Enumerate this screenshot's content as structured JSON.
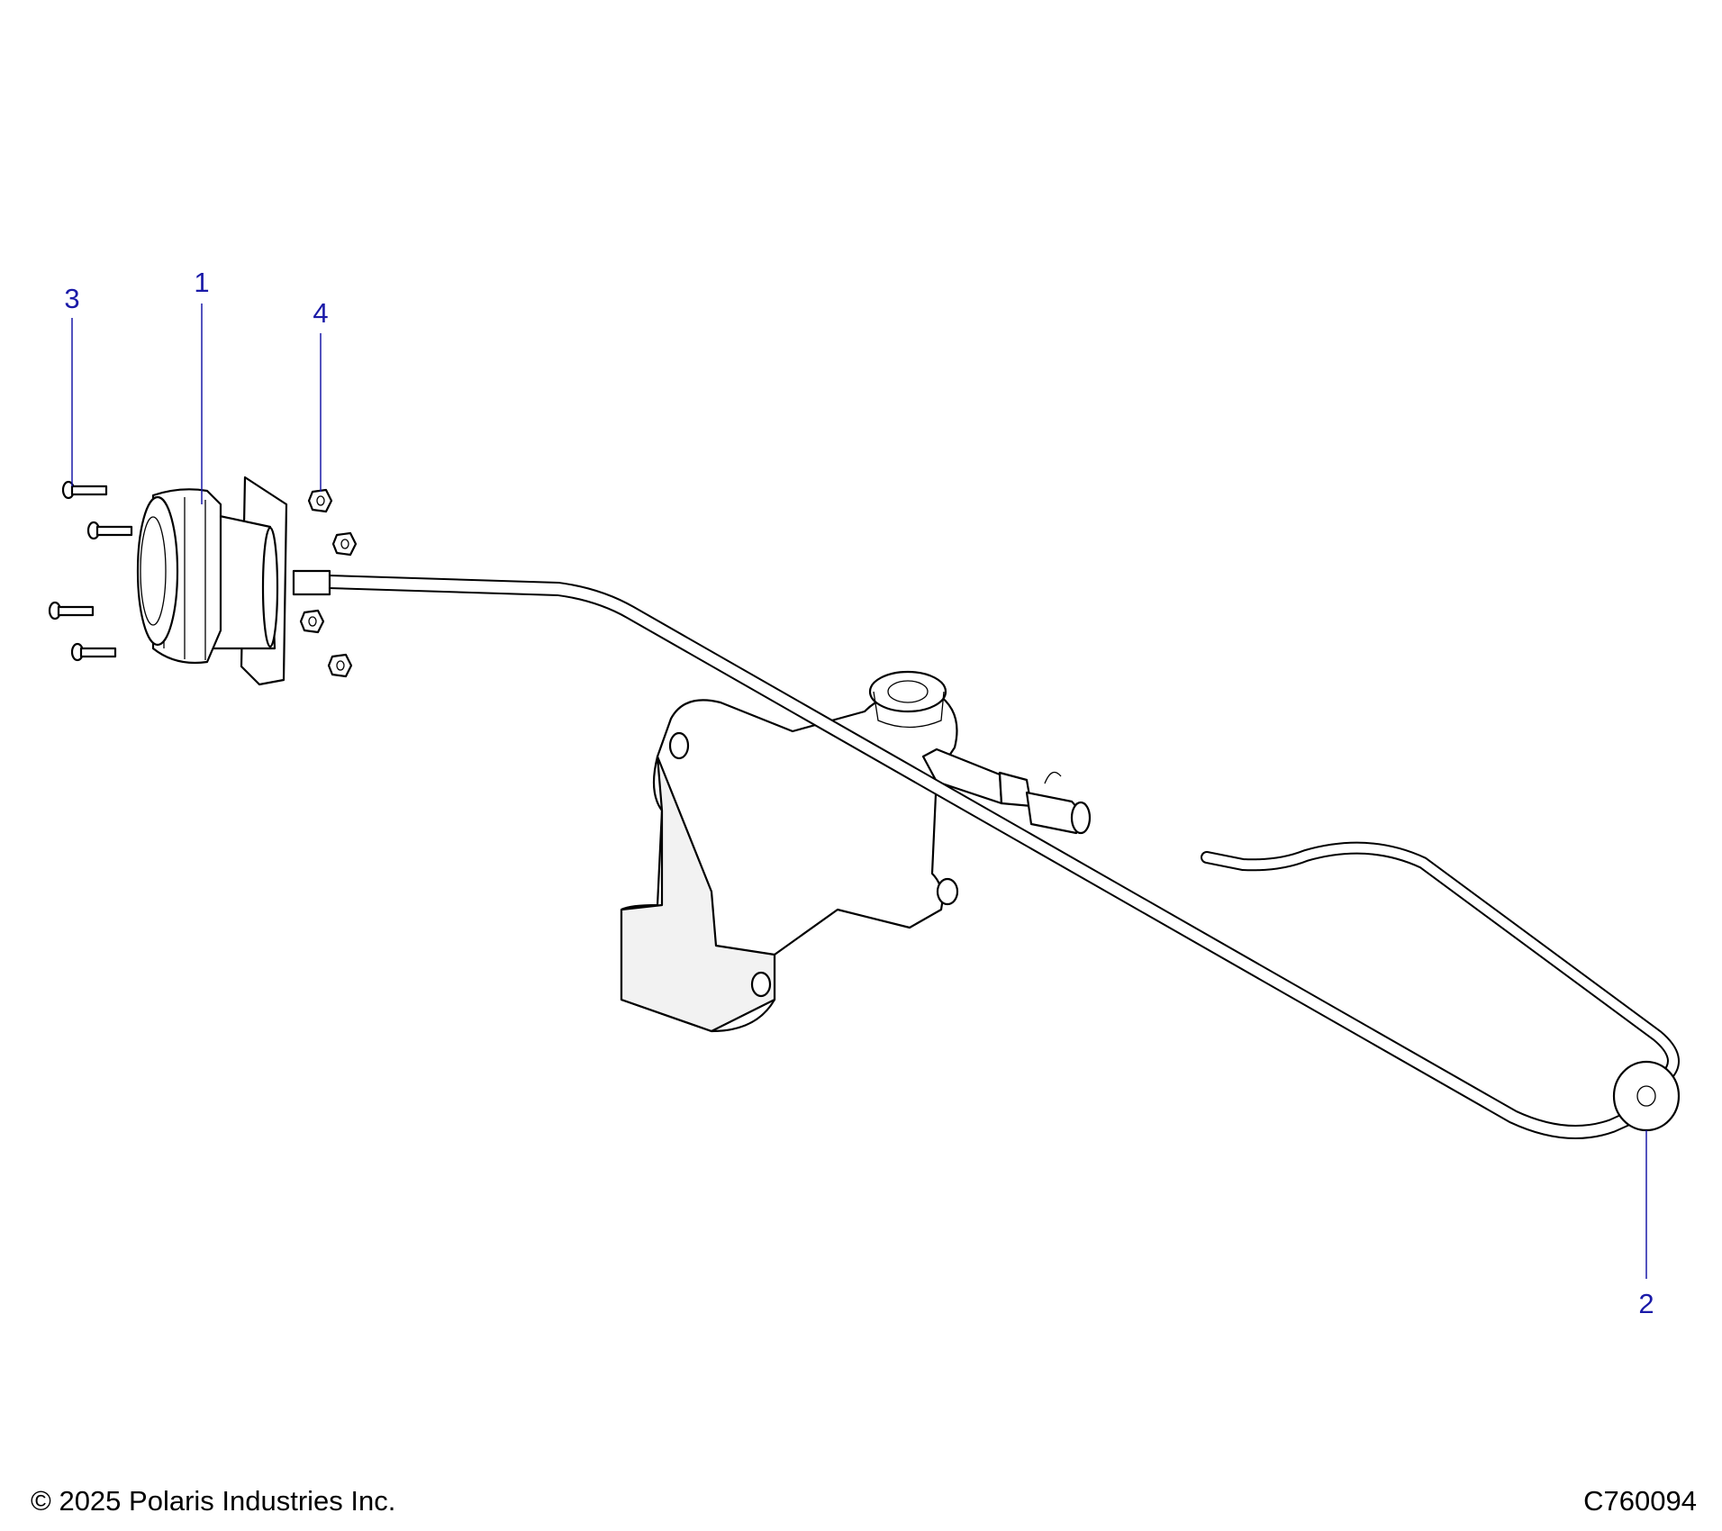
{
  "callouts": [
    {
      "id": "1",
      "label": "1"
    },
    {
      "id": "2",
      "label": "2"
    },
    {
      "id": "3",
      "label": "3"
    },
    {
      "id": "4",
      "label": "4"
    }
  ],
  "footer": {
    "copyright": "© 2025 Polaris Industries Inc.",
    "figure_code": "C760094"
  },
  "colors": {
    "callout": "#1a1aa8",
    "line": "#000000",
    "background": "#ffffff"
  },
  "parts": [
    {
      "name": "reservoir-cap-icon"
    },
    {
      "name": "brake-line-icon"
    },
    {
      "name": "screw-icon"
    },
    {
      "name": "nut-icon"
    },
    {
      "name": "master-cylinder-bracket-icon"
    }
  ]
}
